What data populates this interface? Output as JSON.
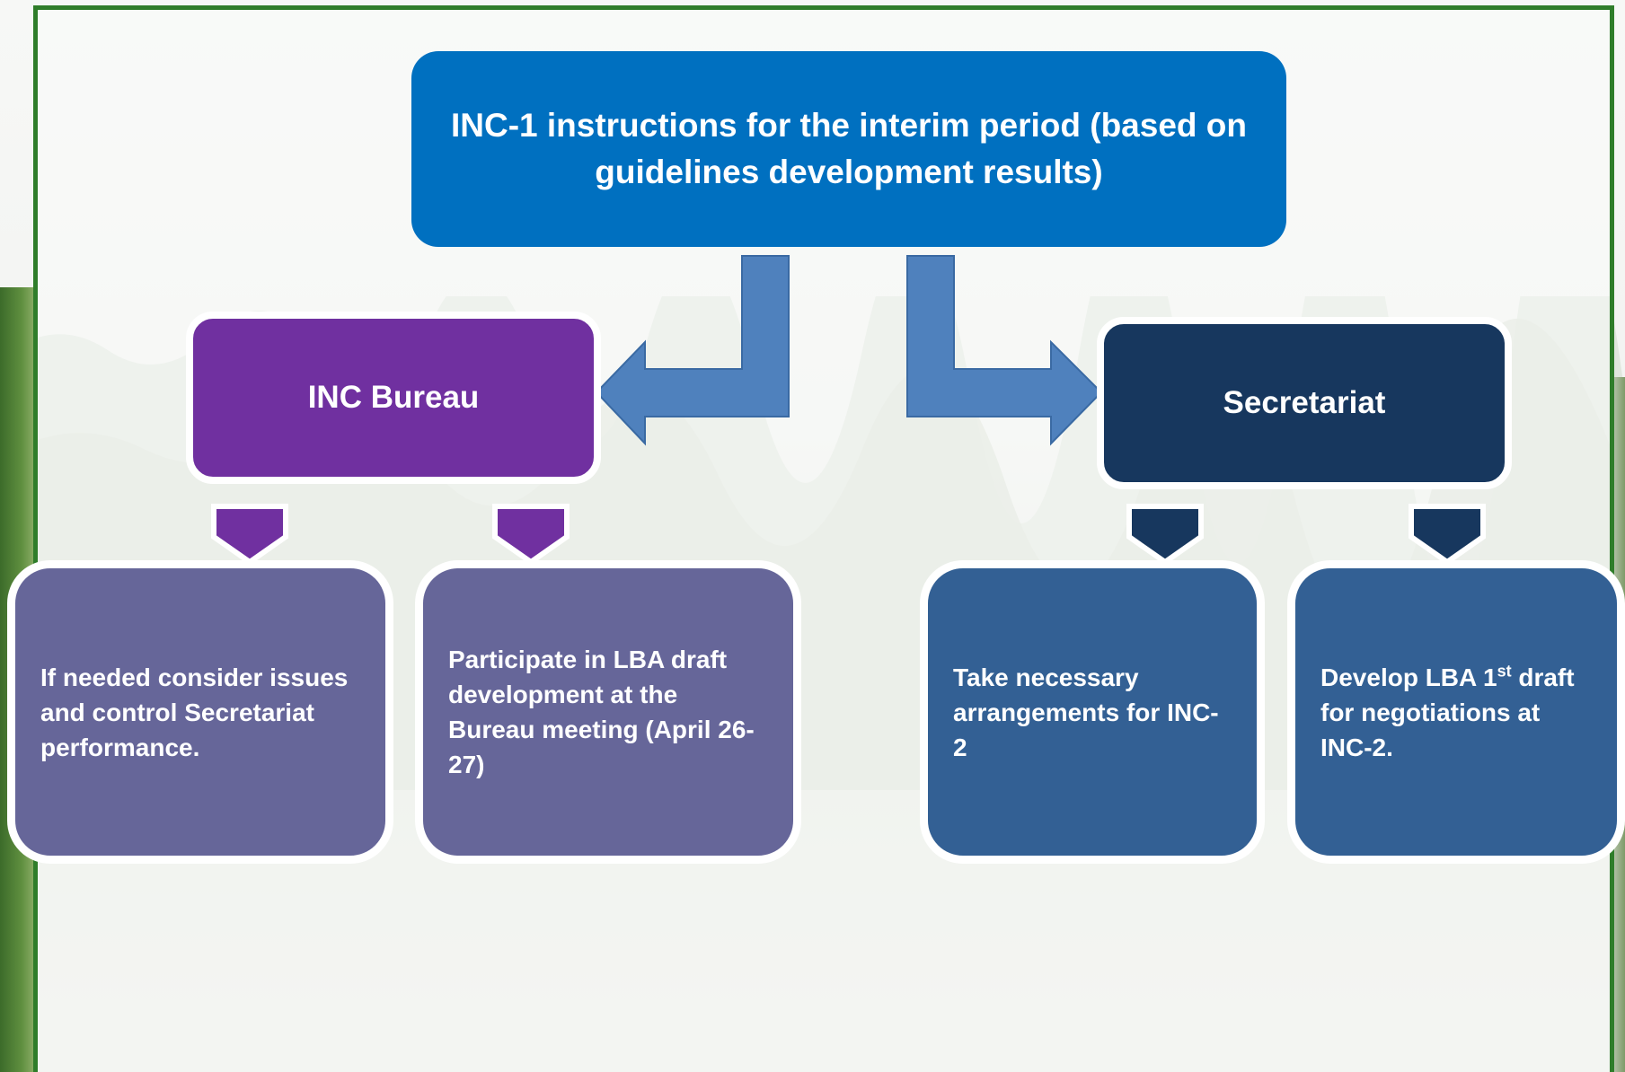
{
  "diagram": {
    "top": {
      "text": "INC-1 instructions for the interim period (based on guidelines development results)"
    },
    "left_branch": {
      "title": "INC Bureau",
      "items": [
        {
          "text": "If needed consider issues and control Secretariat performance."
        },
        {
          "text": "Participate in LBA draft development at the Bureau meeting (April 26-27)"
        }
      ]
    },
    "right_branch": {
      "title": "Secretariat",
      "items": [
        {
          "text": "Take necessary arrangements for INC-2"
        },
        {
          "text_pre": "Develop LBA 1",
          "text_sup": "st",
          "text_post": " draft for negotiations at INC-2."
        }
      ]
    }
  },
  "colors": {
    "top_box": "#0070c0",
    "bureau": "#7030a0",
    "bureau_items": "#666699",
    "secretariat": "#17375e",
    "secretariat_items": "#336094",
    "connector_arrows": "#4f81bd",
    "frame": "#2f7d2a"
  }
}
